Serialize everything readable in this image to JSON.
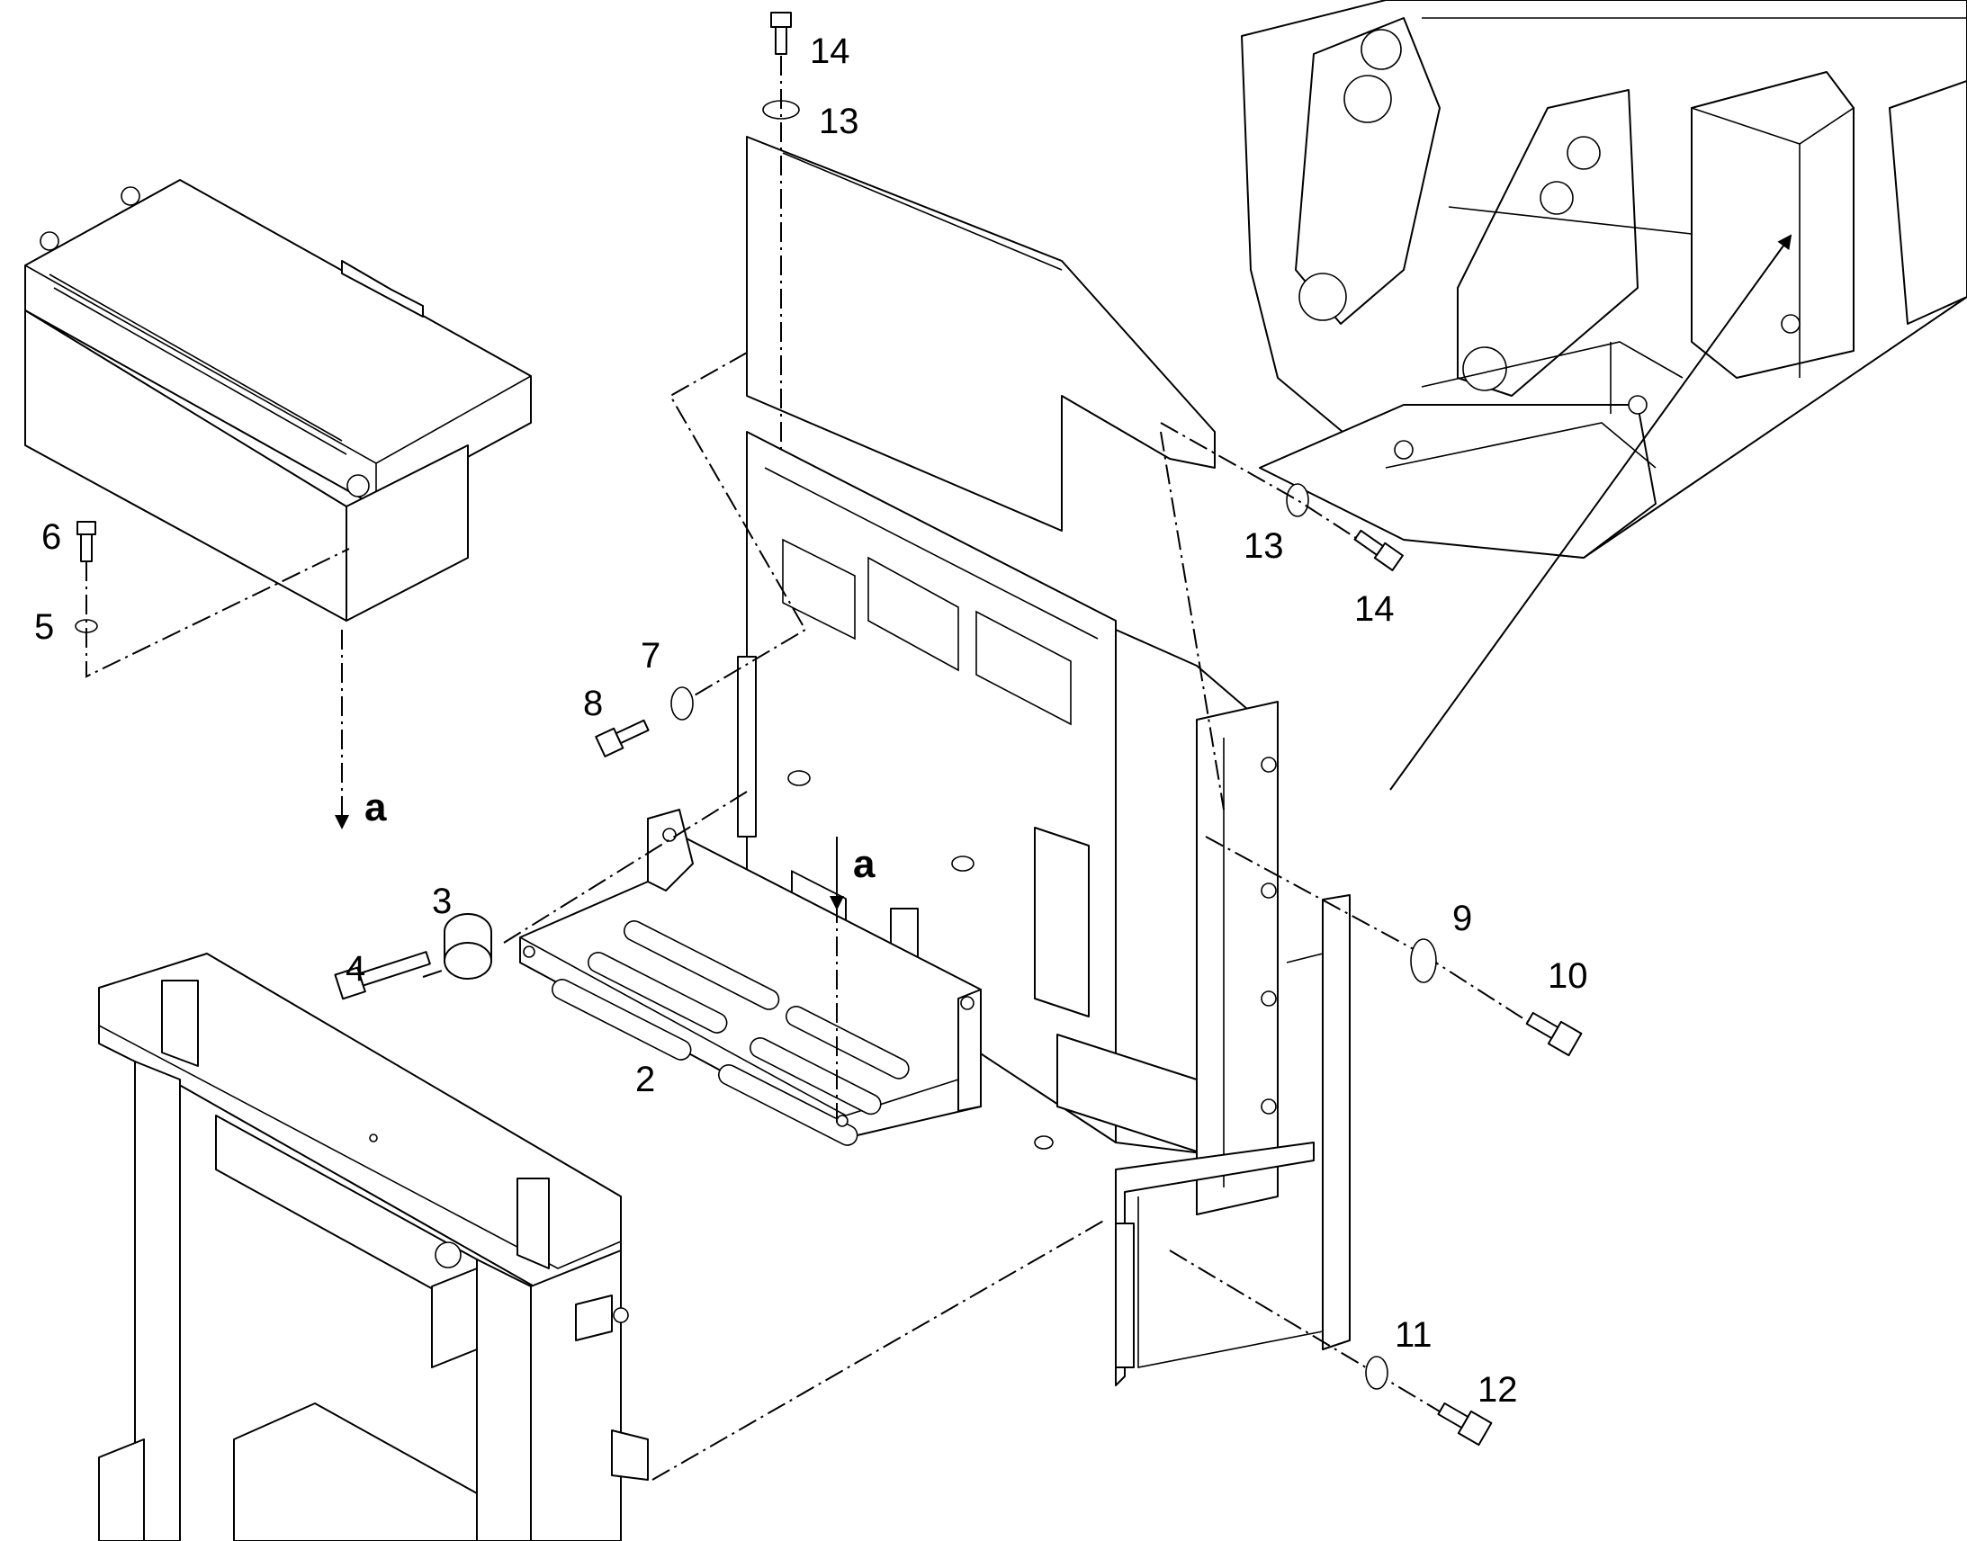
{
  "callouts": {
    "c2": "2",
    "c3": "3",
    "c4": "4",
    "c5": "5",
    "c6": "6",
    "c7": "7",
    "c8": "8",
    "c9": "9",
    "c10": "10",
    "c11": "11",
    "c12": "12",
    "c13_top": "13",
    "c13_right": "13",
    "c14_top": "14",
    "c14_right": "14"
  },
  "reference_marks": {
    "a_left": "a",
    "a_center": "a"
  }
}
